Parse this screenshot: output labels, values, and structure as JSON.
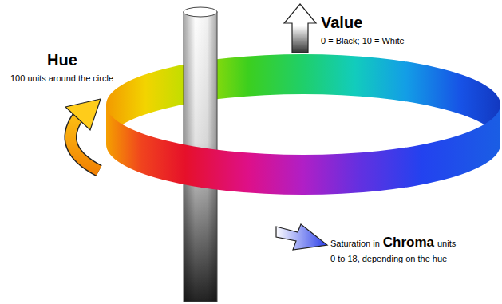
{
  "diagram": {
    "labels": [
      "Hue",
      "100 units around the circle",
      "Value",
      "0 = Black; 10 = White",
      "Saturation in",
      "Chroma",
      "units",
      "0 to 18, depending on the hue"
    ]
  }
}
